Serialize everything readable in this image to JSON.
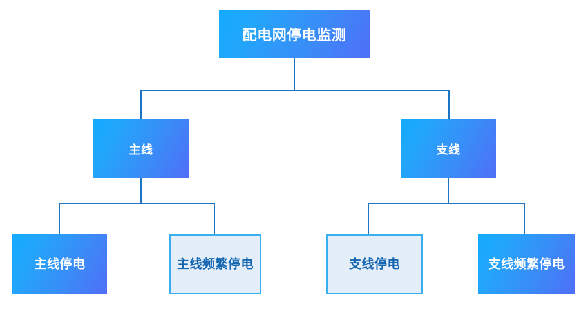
{
  "diagram": {
    "title": "配电网停电监测",
    "type": "tree-hierarchy",
    "colors": {
      "node_fill_start": "#13aaff",
      "node_fill_end": "#4f6ef7",
      "node_outline_border": "#38b0ef",
      "node_outline_fill": "#e3eef9",
      "node_outline_text": "#1565b0",
      "connector_line": "#1b74c4",
      "filled_text": "#ffffff",
      "background": "#ffffff"
    },
    "root": {
      "label": "配电网停电监测",
      "style": "filled"
    },
    "level2": [
      {
        "id": "main-line",
        "label": "主线",
        "style": "filled"
      },
      {
        "id": "branch-line",
        "label": "支线",
        "style": "filled"
      }
    ],
    "level3": [
      {
        "id": "main-outage",
        "label": "主线停电",
        "style": "filled",
        "parent": "main-line"
      },
      {
        "id": "main-freq-outage",
        "label": "主线频繁停电",
        "style": "outlined",
        "parent": "main-line"
      },
      {
        "id": "branch-outage",
        "label": "支线停电",
        "style": "outlined",
        "parent": "branch-line"
      },
      {
        "id": "branch-freq-outage",
        "label": "支线频繁停电",
        "style": "filled",
        "parent": "branch-line"
      }
    ]
  }
}
